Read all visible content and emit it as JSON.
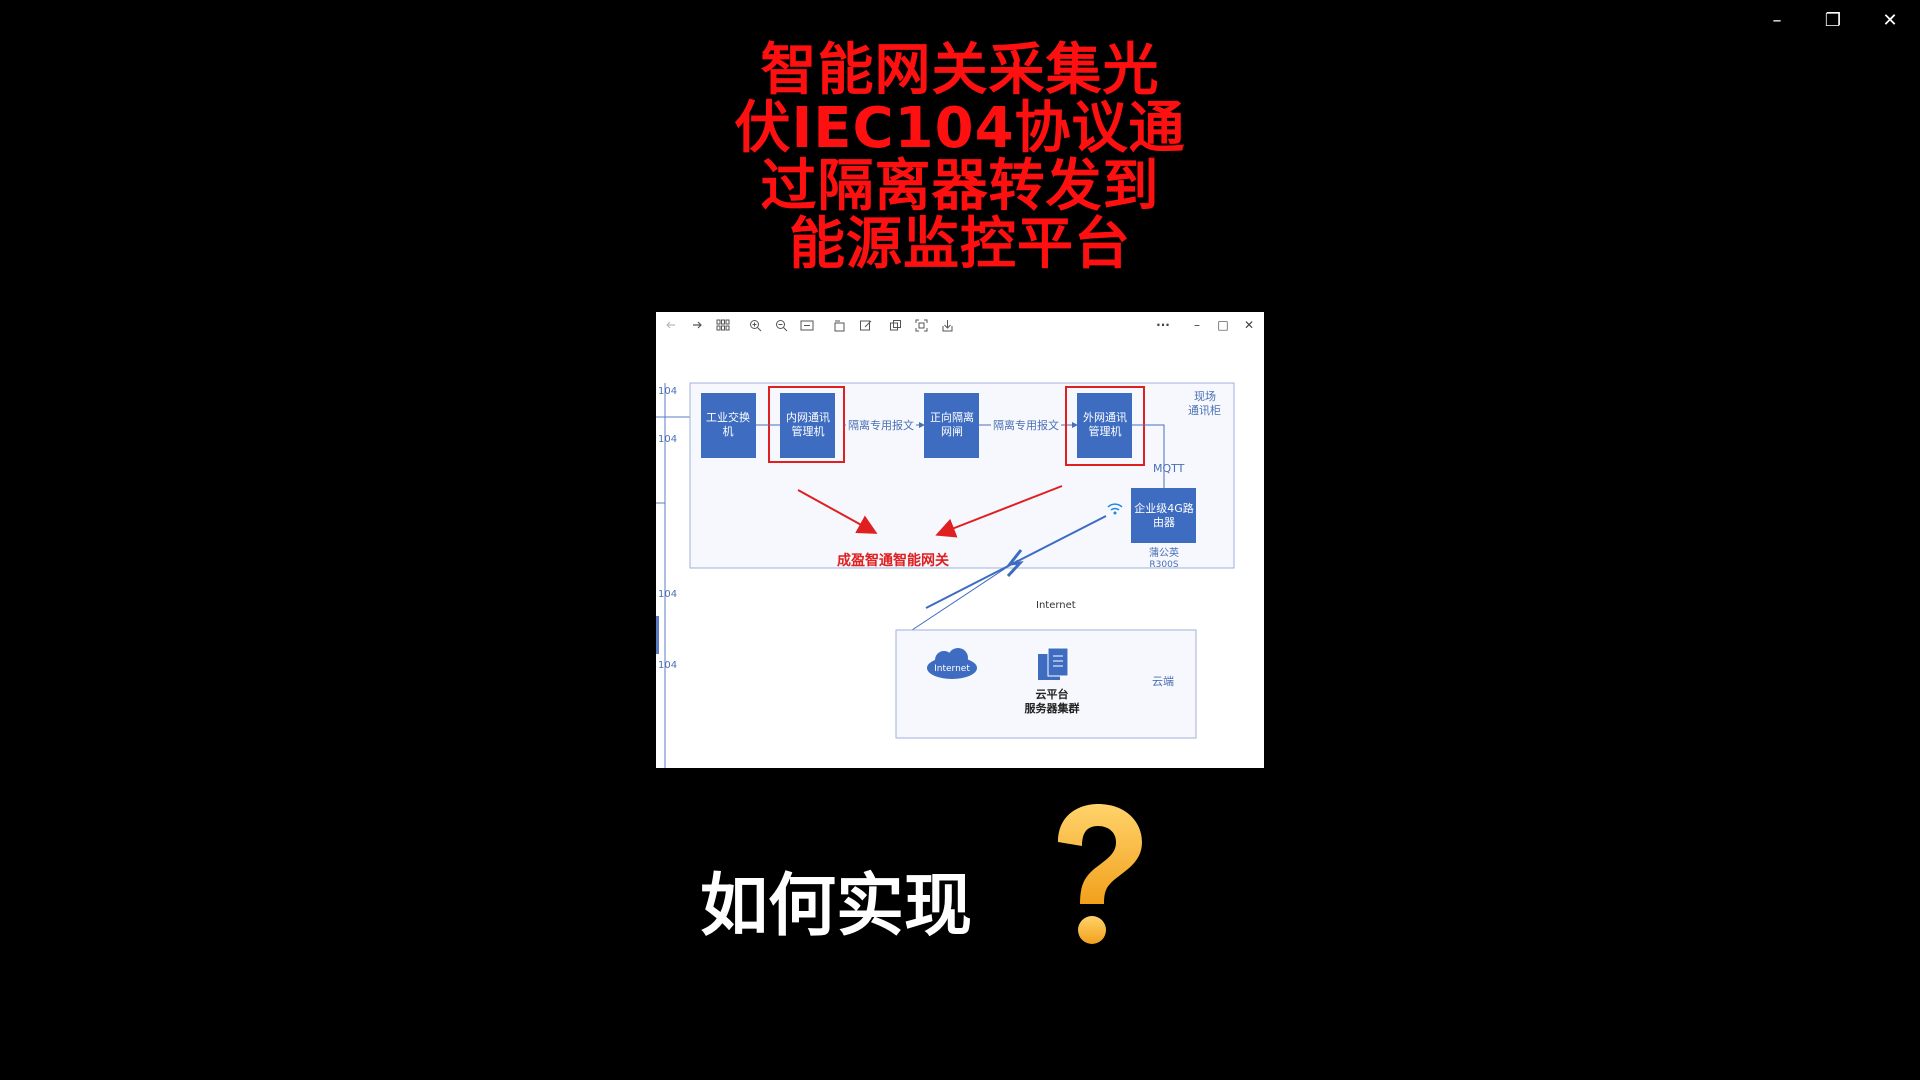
{
  "window_controls": {
    "minimize": "–",
    "restore": "❐",
    "close": "✕"
  },
  "title_lines": [
    "智能网关采集光",
    "伏IEC104协议通",
    "过隔离器转发到",
    "能源监控平台"
  ],
  "viewer": {
    "toolbar_icons": [
      "back-icon",
      "forward-icon",
      "grid-icon",
      "zoom-in-icon",
      "zoom-out-icon",
      "fit-icon",
      "rotate-icon",
      "edit-icon",
      "copy-icon",
      "scan-icon",
      "save-icon"
    ],
    "more": "···",
    "min": "–",
    "max": "□",
    "close": "✕"
  },
  "diagram": {
    "labels_104": [
      "104",
      "104",
      "104",
      "104"
    ],
    "switch": "工业交换机",
    "switch_l1": "工业交换",
    "switch_l2": "机",
    "inner_l1": "内网通讯",
    "inner_l2": "管理机",
    "msg1": "隔离专用报文",
    "gate_l1": "正向隔离",
    "gate_l2": "网闸",
    "msg2": "隔离专用报文",
    "outer_l1": "外网通讯",
    "outer_l2": "管理机",
    "site_l1": "现场",
    "site_l2": "通讯柜",
    "mqtt": "MQTT",
    "router_l1": "企业级4G路",
    "router_l2": "由器",
    "brand": "蒲公英",
    "model": "R300S",
    "gateway_label": "成盈智通智能网关",
    "internet_link": "Internet",
    "cloud_internet": "Internet",
    "platform_l1": "云平台",
    "platform_l2": "服务器集群",
    "cloud_label": "云端"
  },
  "question": "如何实现"
}
